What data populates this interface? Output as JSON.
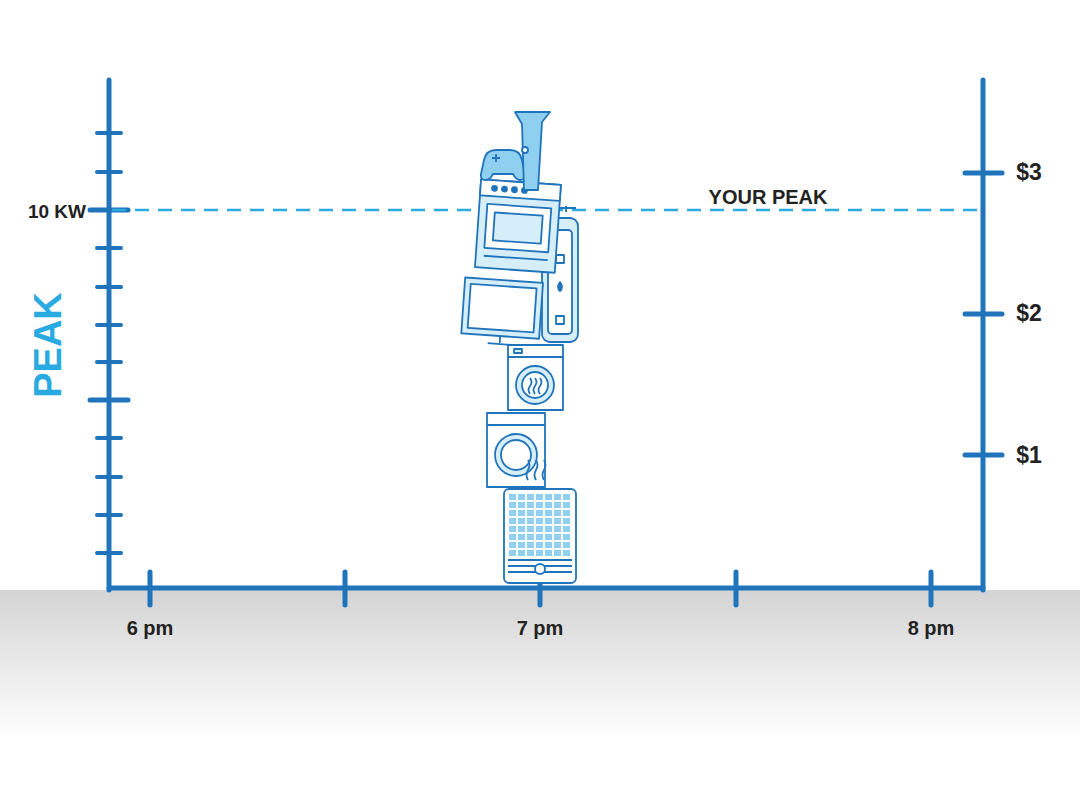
{
  "diagram": {
    "labels": [
      "10 KW",
      "PEAK",
      "YOUR PEAK",
      "$3",
      "$2",
      "$1",
      "6 pm",
      "7 pm",
      "8 pm"
    ]
  }
}
